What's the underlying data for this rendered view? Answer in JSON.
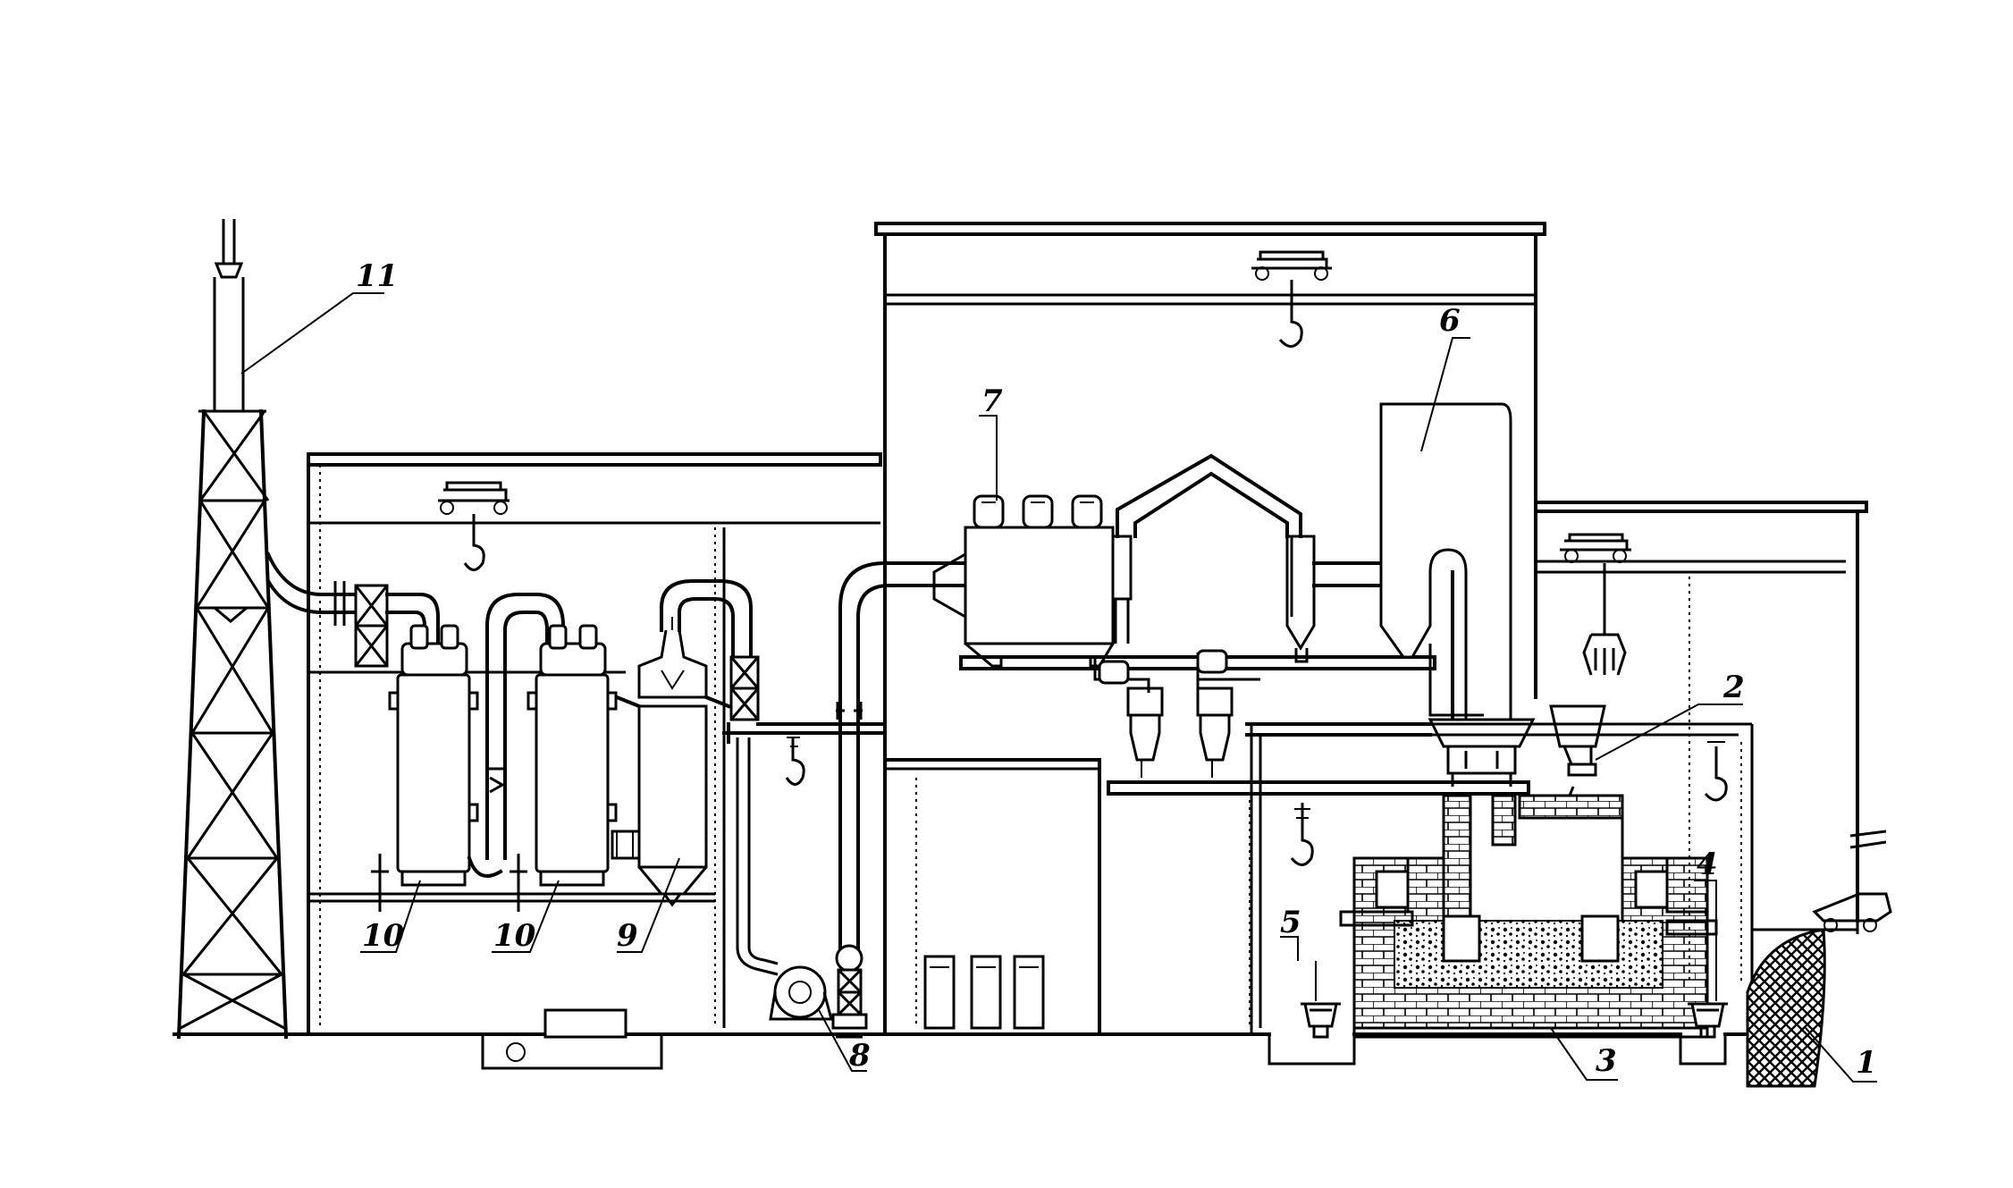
{
  "labels": {
    "l1": "1",
    "l2": "2",
    "l3": "3",
    "l4": "4",
    "l5": "5",
    "l6": "6",
    "l7": "7",
    "l8": "8",
    "l9": "9",
    "l10a": "10",
    "l10b": "10",
    "l11": "11"
  },
  "colors": {
    "ink": "#000000",
    "paper": "#ffffff"
  }
}
